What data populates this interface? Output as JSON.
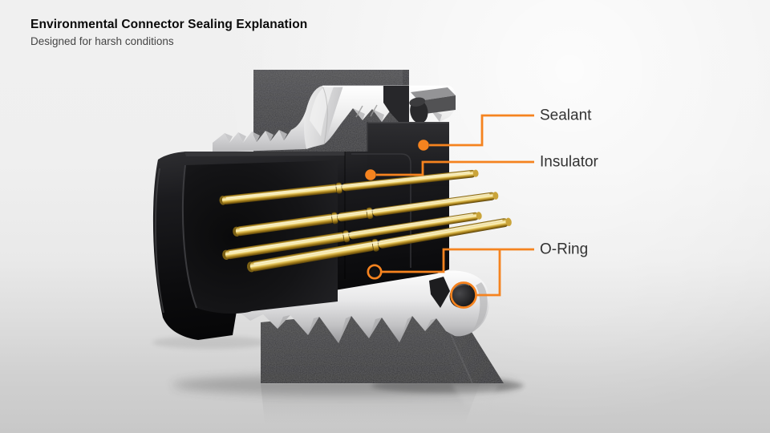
{
  "header": {
    "title": "Environmental Connector Sealing Explanation",
    "subtitle": "Designed for harsh conditions"
  },
  "callouts": [
    {
      "id": "sealant",
      "label": "Sealant"
    },
    {
      "id": "insulator",
      "label": "Insulator"
    },
    {
      "id": "o_ring",
      "label": "O-Ring"
    }
  ],
  "colors": {
    "accent": "#F5831F",
    "label_text": "#333333",
    "title_text": "#0A0A0A",
    "subtitle_text": "#454545"
  }
}
